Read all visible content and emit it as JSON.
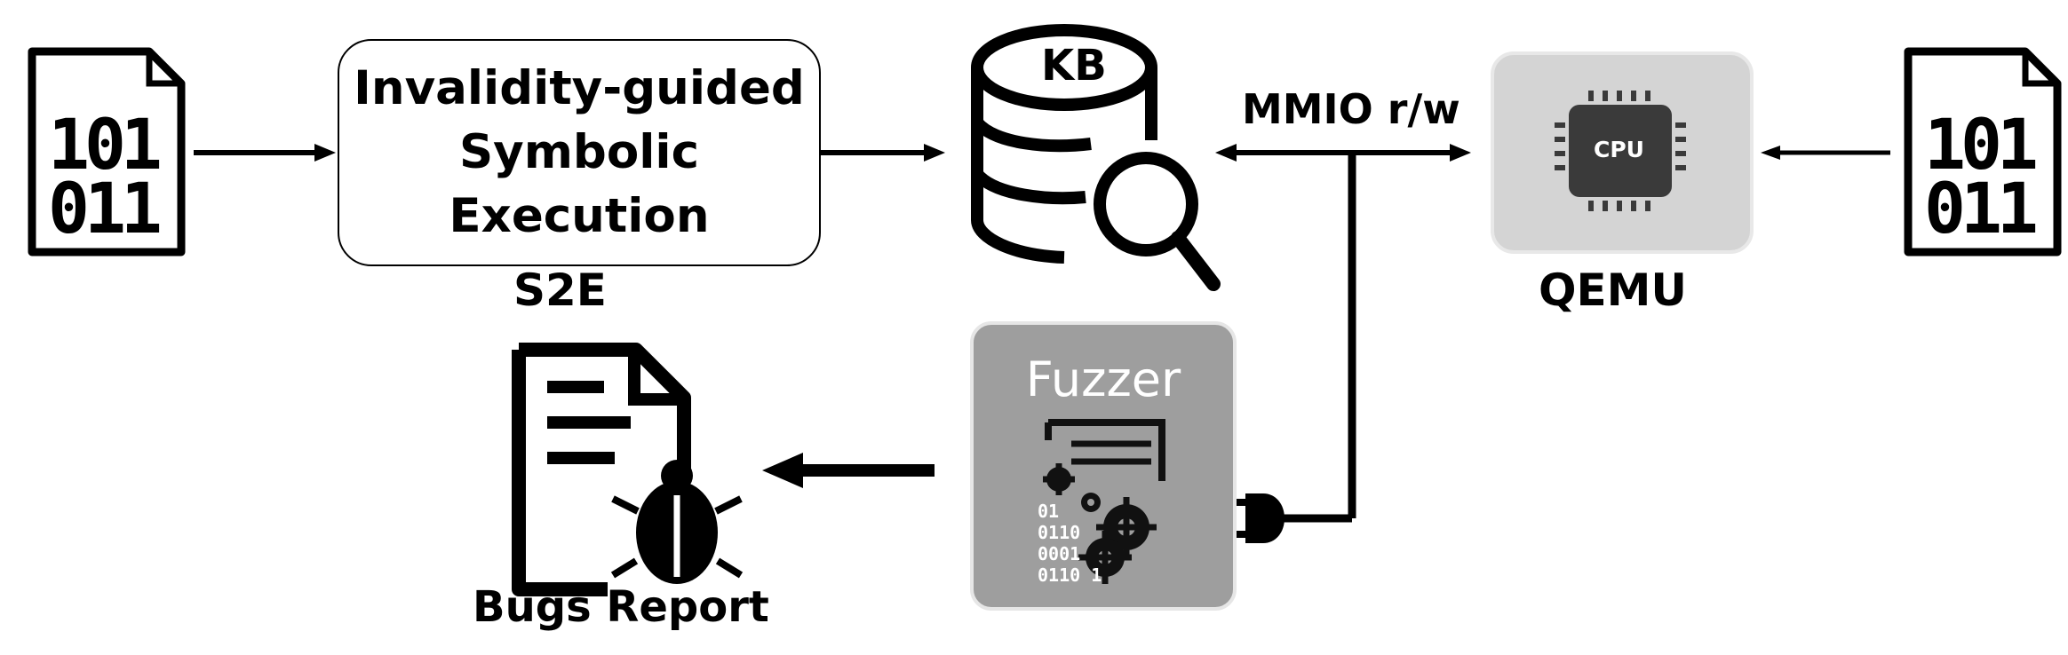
{
  "nodes": {
    "input_binary_left": {
      "bits": [
        "101",
        "011"
      ]
    },
    "symbolic_execution": {
      "title_lines": [
        "Invalidity-guided",
        "Symbolic",
        "Execution"
      ],
      "caption": "S2E"
    },
    "knowledge_base": {
      "label": "KB"
    },
    "qemu": {
      "cpu_chip_label": "CPU",
      "caption": "QEMU"
    },
    "input_binary_right": {
      "bits": [
        "101",
        "011"
      ]
    },
    "fuzzer": {
      "title": "Fuzzer",
      "bit_lines": [
        "01",
        "0110",
        "0001",
        "0110 1"
      ]
    },
    "bugs_report": {
      "caption": "Bugs Report"
    }
  },
  "edges": {
    "mmio_label": "MMIO r/w"
  },
  "colors": {
    "stroke": "#000000",
    "qemu_bg": "#d4d4d4",
    "fuzzer_bg": "#9e9e9e",
    "cpu_chip": "#3a3a3a"
  },
  "icons": [
    "file-binary-icon",
    "database-search-icon",
    "cpu-icon",
    "fuzzer-gears-icon",
    "plug-icon",
    "bug-report-icon"
  ]
}
